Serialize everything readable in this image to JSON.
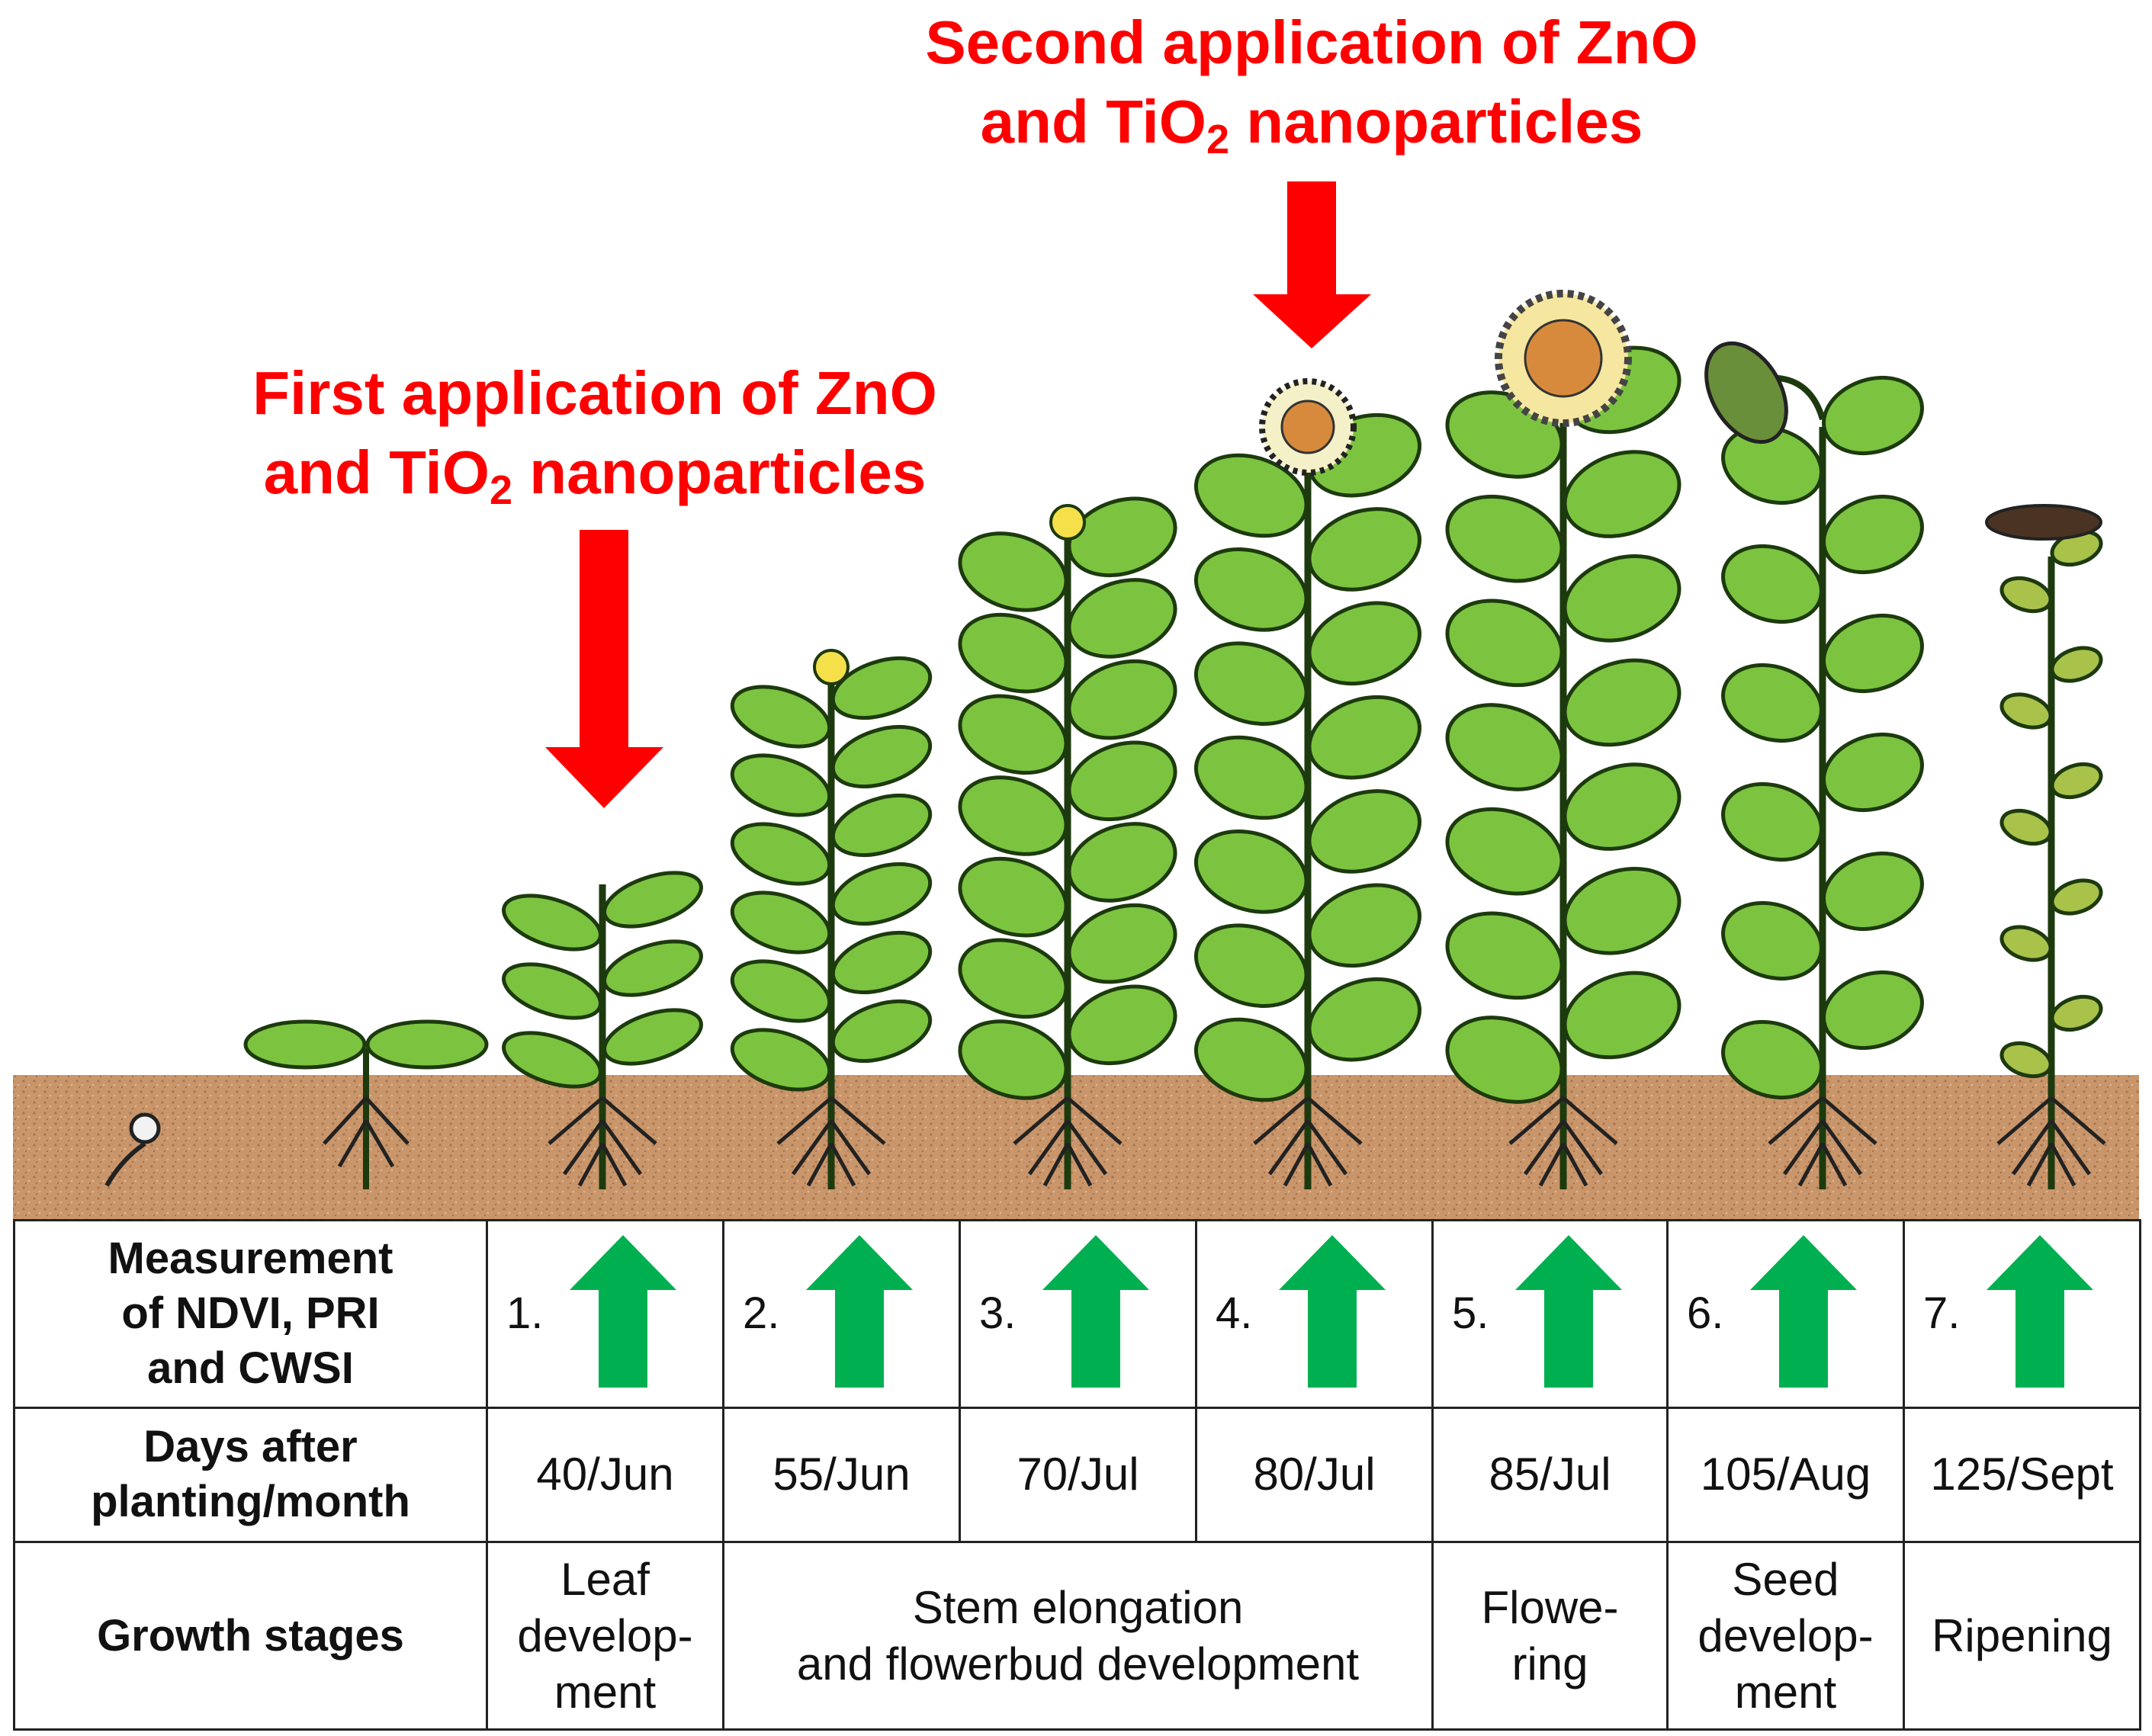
{
  "annotations": {
    "second_application": {
      "line1": "Second application of ZnO",
      "line2_pre": "and TiO",
      "line2_sub": "2",
      "line2_post": " nanoparticles"
    },
    "first_application": {
      "line1": "First application of ZnO",
      "line2_pre": "and TiO",
      "line2_sub": "2",
      "line2_post": " nanoparticles"
    }
  },
  "table": {
    "row_measurement_label": [
      "Measurement",
      "of NDVI, PRI",
      "and CWSI"
    ],
    "measurement_numbers": [
      "1.",
      "2.",
      "3.",
      "4.",
      "5.",
      "6.",
      "7."
    ],
    "row_days_label": [
      "Days after",
      "planting/month"
    ],
    "days": [
      "40/Jun",
      "55/Jun",
      "70/Jul",
      "80/Jul",
      "85/Jul",
      "105/Aug",
      "125/Sept"
    ],
    "row_stages_label": "Growth stages",
    "stages": {
      "leaf": [
        "Leaf",
        "develop-",
        "ment"
      ],
      "stem": [
        "Stem elongation",
        "and flowerbud development"
      ],
      "flowering": [
        "Flowe-",
        "ring"
      ],
      "seed": [
        "Seed",
        "develop-",
        "ment"
      ],
      "ripening": "Ripening"
    }
  },
  "colors": {
    "application_arrow": "#ff0000",
    "measurement_arrow": "#00b050",
    "soil": "#c9956a",
    "leaf": "#7cc43f",
    "leaf_outline": "#1d3a0e",
    "flower_center": "#d88a3c"
  }
}
